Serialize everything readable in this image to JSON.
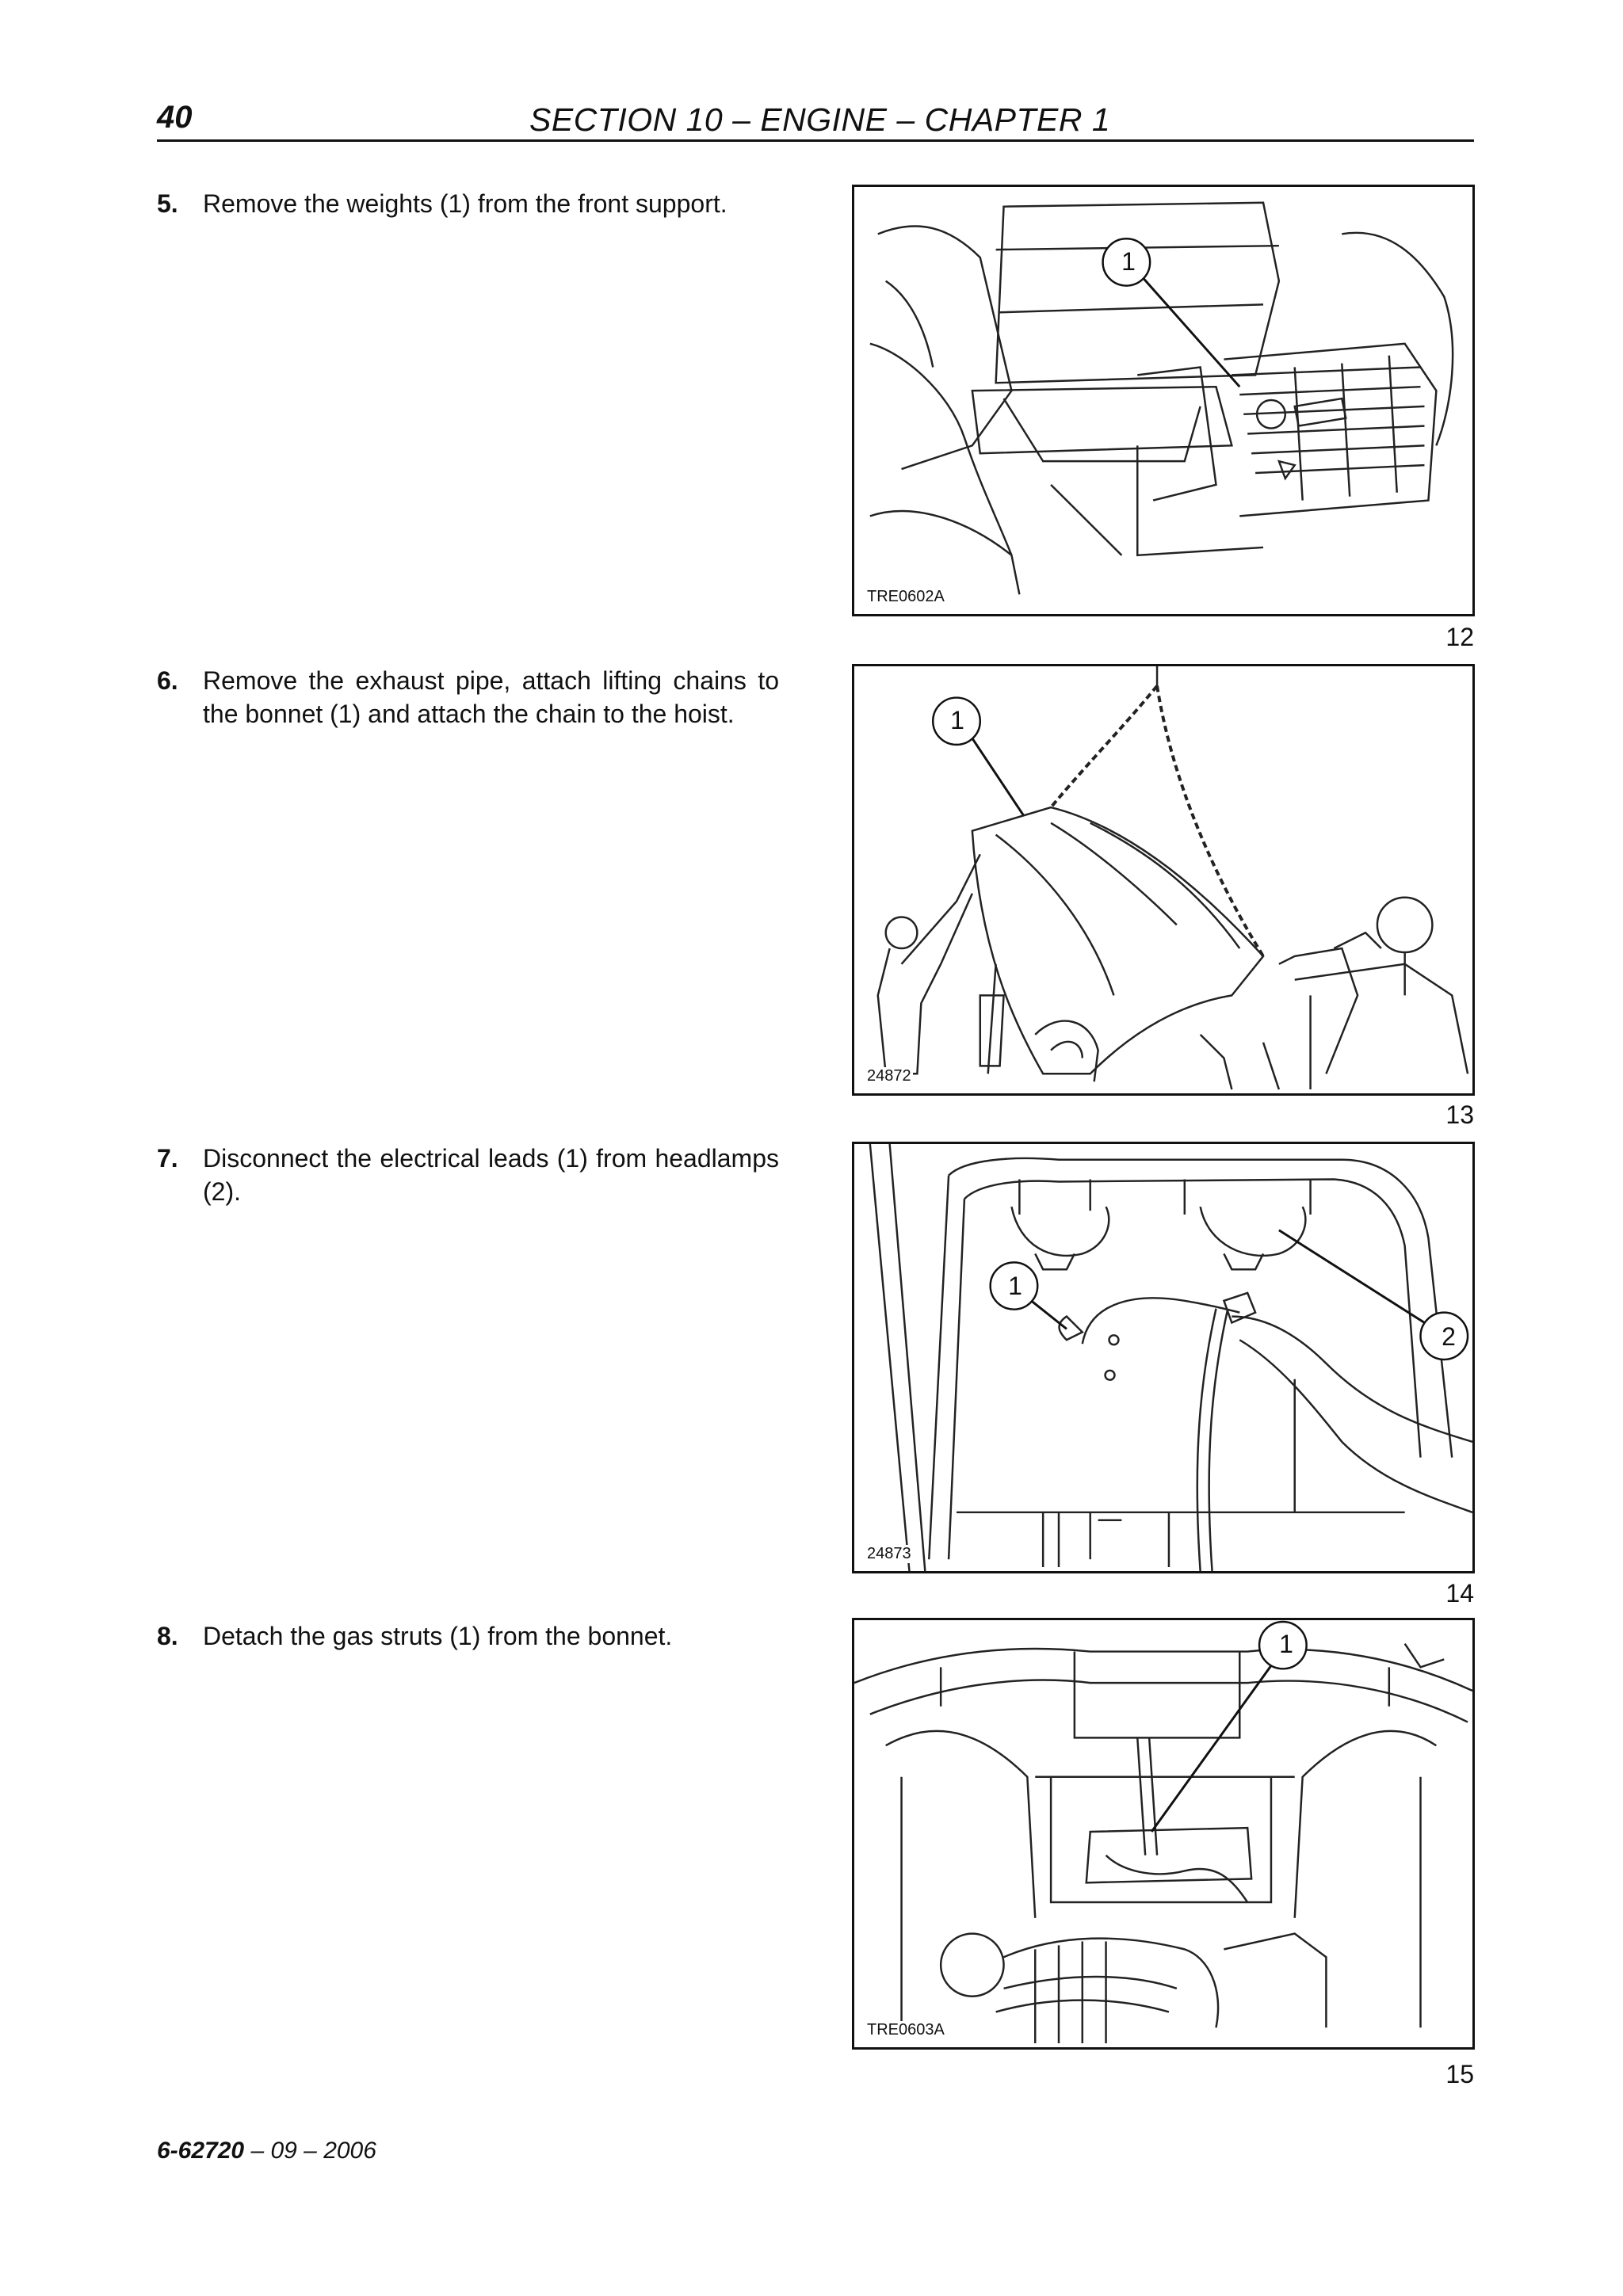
{
  "header": {
    "page_number": "40",
    "section_title": "SECTION 10 – ENGINE – CHAPTER 1"
  },
  "steps": [
    {
      "number": "5.",
      "text": "Remove the weights (1) from the front support."
    },
    {
      "number": "6.",
      "text": "Remove the exhaust pipe, attach lifting chains to the bonnet (1) and attach the chain to the hoist."
    },
    {
      "number": "7.",
      "text": "Disconnect the electrical leads (1) from headlamps (2)."
    },
    {
      "number": "8.",
      "text": "Detach the gas struts (1) from the bonnet."
    }
  ],
  "figures": [
    {
      "code": "TRE0602A",
      "number": "12",
      "callouts": [
        "1"
      ]
    },
    {
      "code": "24872",
      "number": "13",
      "callouts": [
        "1"
      ]
    },
    {
      "code": "24873",
      "number": "14",
      "callouts": [
        "1",
        "2"
      ]
    },
    {
      "code": "TRE0603A",
      "number": "15",
      "callouts": [
        "1"
      ]
    }
  ],
  "footer": {
    "doc_number": "6-62720",
    "date": " – 09 – 2006"
  }
}
